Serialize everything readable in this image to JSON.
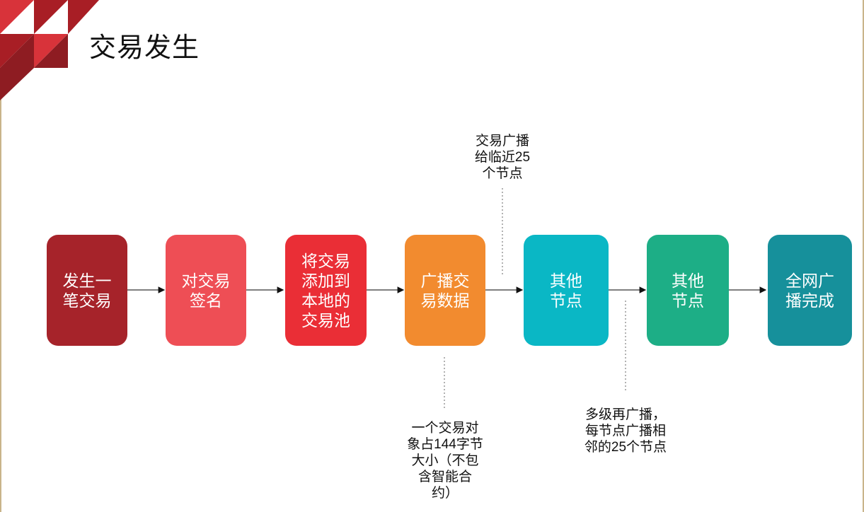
{
  "title": "交易发生",
  "colors": {
    "logo_dark": "#8e1c22",
    "logo_mid": "#a81e25",
    "logo_light": "#d8333a",
    "step1": "#a6232a",
    "step2": "#ee4e55",
    "step3": "#ea2e36",
    "step4": "#f28b2f",
    "step5": "#0ab7c5",
    "step6": "#1dae86",
    "step7": "#16909b"
  },
  "steps": [
    {
      "label": "发生一\n笔交易"
    },
    {
      "label": "对交易\n签名"
    },
    {
      "label": "将交易\n添加到\n本地的\n交易池"
    },
    {
      "label": "广播交\n易数据"
    },
    {
      "label": "其他\n节点"
    },
    {
      "label": "其他\n节点"
    },
    {
      "label": "全网广\n播完成"
    }
  ],
  "notes": {
    "broadcast_note": "交易广播\n给临近25\n个节点",
    "size_note": "一个交易对\n象占144字节\n大小（不包\n含智能合\n约）",
    "relay_note": "多级再广播，\n每节点广播相\n邻的25个节点"
  }
}
